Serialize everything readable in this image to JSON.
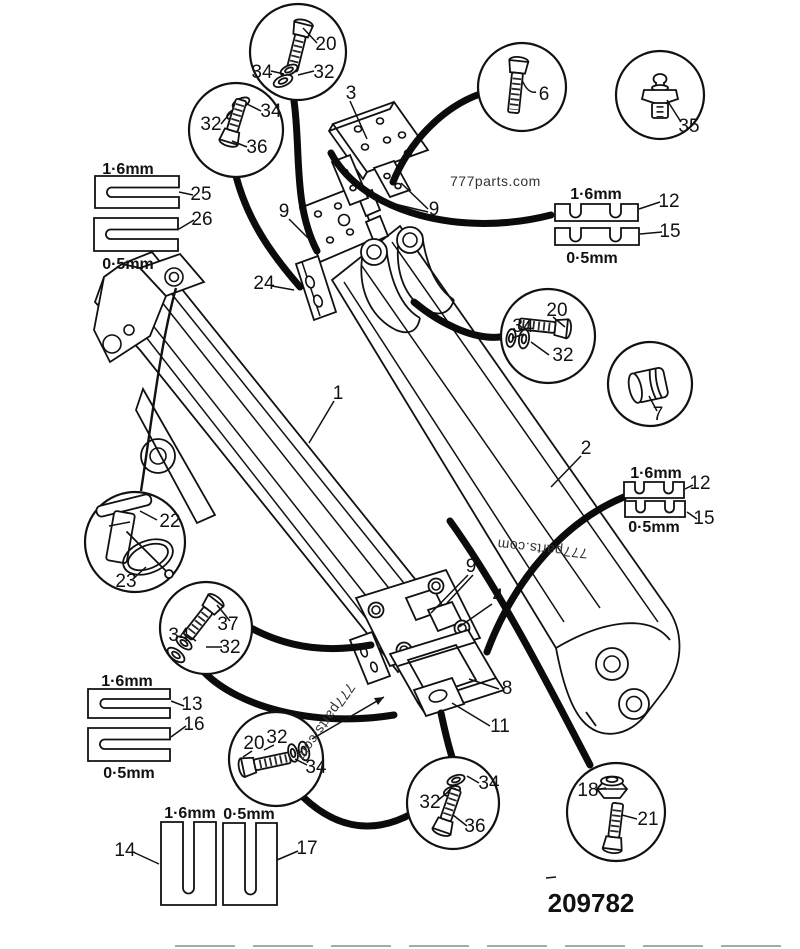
{
  "figure_number": "209782",
  "watermark": "777parts.com",
  "shim_thick": "1·6mm",
  "shim_thin": "0·5mm",
  "parts": {
    "1": "1",
    "2": "2",
    "3": "3",
    "4": "4",
    "6": "6",
    "7": "7",
    "8": "8",
    "9": "9",
    "11": "11",
    "12": "12",
    "13": "13",
    "14": "14",
    "15": "15",
    "16": "16",
    "17": "17",
    "18": "18",
    "20": "20",
    "21": "21",
    "22": "22",
    "23": "23",
    "24": "24",
    "25": "25",
    "26": "26",
    "32": "32",
    "34": "34",
    "35": "35",
    "36": "36",
    "37": "37"
  }
}
